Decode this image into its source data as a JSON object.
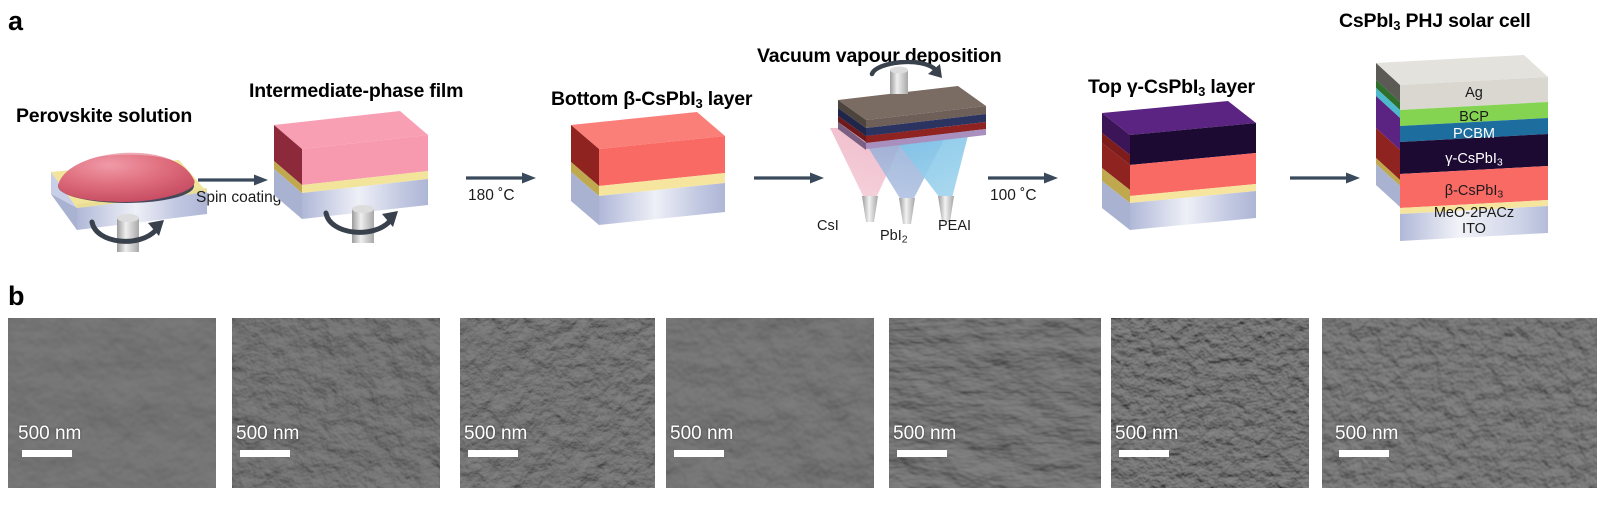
{
  "figure": {
    "panels": [
      {
        "id": "a",
        "letter": "a"
      },
      {
        "id": "b",
        "letter": "b"
      }
    ]
  },
  "panel_a": {
    "stages": [
      {
        "key": "perovskite_solution",
        "title": "Perovskite solution",
        "title_html": "Perovskite solution"
      },
      {
        "key": "intermediate_phase_film",
        "title": "Intermediate-phase film",
        "title_html": "Intermediate-phase film"
      },
      {
        "key": "bottom_beta_layer",
        "title": "Bottom β-CsPbI3 layer",
        "title_html": "Bottom β-CsPbI<sub>3</sub> layer"
      },
      {
        "key": "vacuum_vapour_deposition",
        "title": "Vacuum vapour deposition",
        "title_html": "Vacuum vapour deposition"
      },
      {
        "key": "top_gamma_layer",
        "title": "Top γ-CsPbI3 layer",
        "title_html": "Top γ-CsPbI<sub>3</sub> layer"
      },
      {
        "key": "phj_solar_cell",
        "title": "CsPbI3 PHJ solar cell",
        "title_html": "CsPbI<sub>3</sub> PHJ solar cell"
      }
    ],
    "arrows": [
      {
        "key": "arrow_1",
        "label": "Spin coating",
        "label_html": "Spin coating"
      },
      {
        "key": "arrow_2",
        "label": "180 ˚C",
        "label_html": "180 ˚C"
      },
      {
        "key": "arrow_3",
        "label": "",
        "label_html": ""
      },
      {
        "key": "arrow_4",
        "label": "100 ˚C",
        "label_html": "100 ˚C"
      },
      {
        "key": "arrow_5",
        "label": "",
        "label_html": ""
      }
    ],
    "sources": [
      {
        "key": "source_csi",
        "label": "CsI",
        "label_html": "CsI"
      },
      {
        "key": "source_pbi2",
        "label": "PbI2",
        "label_html": "PbI<sub>2</sub>"
      },
      {
        "key": "source_peai",
        "label": "PEAI",
        "label_html": "PEAI"
      }
    ],
    "device_stack": [
      {
        "key": "layer_ag",
        "label": "Ag",
        "label_html": "Ag",
        "color": "#d9d7d0",
        "text_color": "#1b1b1b"
      },
      {
        "key": "layer_bcp",
        "label": "BCP",
        "label_html": "BCP",
        "color": "#84d452",
        "text_color": "#1b1b1b"
      },
      {
        "key": "layer_pcbm",
        "label": "PCBM",
        "label_html": "PCBM",
        "color": "#1d6d9e",
        "text_color": "#ffffff"
      },
      {
        "key": "layer_gamma_cspbi3",
        "label": "γ-CsPbI3",
        "label_html": "γ-CsPbI<sub>3</sub>",
        "color": "#1d0a33",
        "text_color": "#ffffff"
      },
      {
        "key": "layer_beta_cspbi3",
        "label": "β-CsPbI3",
        "label_html": "β-CsPbI<sub>3</sub>",
        "color": "#fa6a65",
        "text_color": "#1b1b1b"
      },
      {
        "key": "layer_meo_2pacz",
        "label": "MeO-2PACz",
        "label_html": "MeO-2PACz",
        "color": "#f5e6a0",
        "text_color": "#1b1b1b"
      },
      {
        "key": "layer_ito",
        "label": "ITO",
        "label_html": "ITO",
        "color": "#c8cde6",
        "text_color": "#1b1b1b"
      }
    ],
    "colors": {
      "substrate_ito": "#b9c0de",
      "hole_transport_yellow": "#f2e49a",
      "solution_droplet": "#e06a7e",
      "intermediate_film": "#f79ab0",
      "beta_cspbi3": "#fa6a65",
      "gamma_cspbi3": "#1d0a33",
      "gamma_top": "#5b2482",
      "arrow": "#3a4a5c",
      "chamber_top": "#7a6b63",
      "plume_csi": "#f2c3cf",
      "plume_pbi2": "#9fb3d9",
      "plume_peai": "#8fc8e8"
    }
  },
  "panel_b": {
    "scalebar": {
      "label": "500 nm",
      "label_html": "500 nm"
    },
    "images": [
      {
        "key": "sem-1",
        "scalebar": "500 nm",
        "texture": "large-faceted-grains",
        "seed": 11
      },
      {
        "key": "sem-2",
        "scalebar": "500 nm",
        "texture": "rough-mixed-grains",
        "seed": 27
      },
      {
        "key": "sem-3",
        "scalebar": "500 nm",
        "texture": "fine-mottled-grains",
        "seed": 41
      },
      {
        "key": "sem-4",
        "scalebar": "500 nm",
        "texture": "medium-faceted-grains",
        "seed": 59
      },
      {
        "key": "sem-5",
        "scalebar": "500 nm",
        "texture": "elongated-bright-grains",
        "seed": 73
      },
      {
        "key": "sem-6",
        "scalebar": "500 nm",
        "texture": "fine-dense-nanograins",
        "seed": 91
      },
      {
        "key": "sem-7",
        "scalebar": "500 nm",
        "texture": "rounded-nanograins",
        "seed": 103
      }
    ]
  }
}
